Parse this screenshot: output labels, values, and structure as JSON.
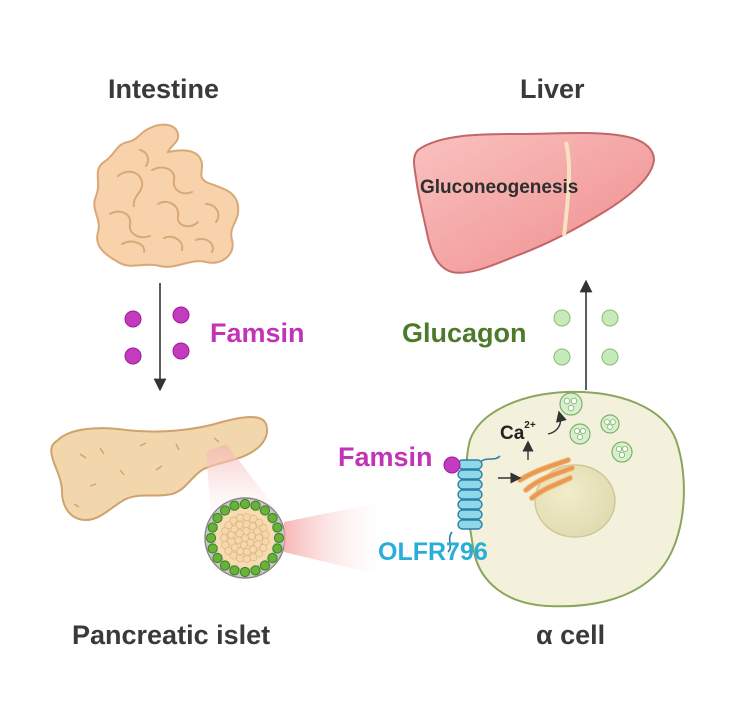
{
  "labels": {
    "intestine": "Intestine",
    "liver": "Liver",
    "gluconeogenesis": "Gluconeogenesis",
    "famsin_left": "Famsin",
    "glucagon": "Glucagon",
    "famsin_right": "Famsin",
    "olfr": "OLFR796",
    "calcium": "Ca",
    "calcium_charge": "2+",
    "pancreatic_islet": "Pancreatic islet",
    "alpha_cell": "α cell"
  },
  "colors": {
    "famsin": "#c234b5",
    "glucagon_text": "#4c7a2a",
    "olfr": "#29aedb",
    "intestine_fill": "#f7d2ab",
    "liver_fill": "#f29a9a",
    "pancreas_fill": "#f2d7ac",
    "cell_fill": "#f3f1dc",
    "cell_border": "#8aa65a",
    "glucagon_granule": "#c7eaba"
  }
}
